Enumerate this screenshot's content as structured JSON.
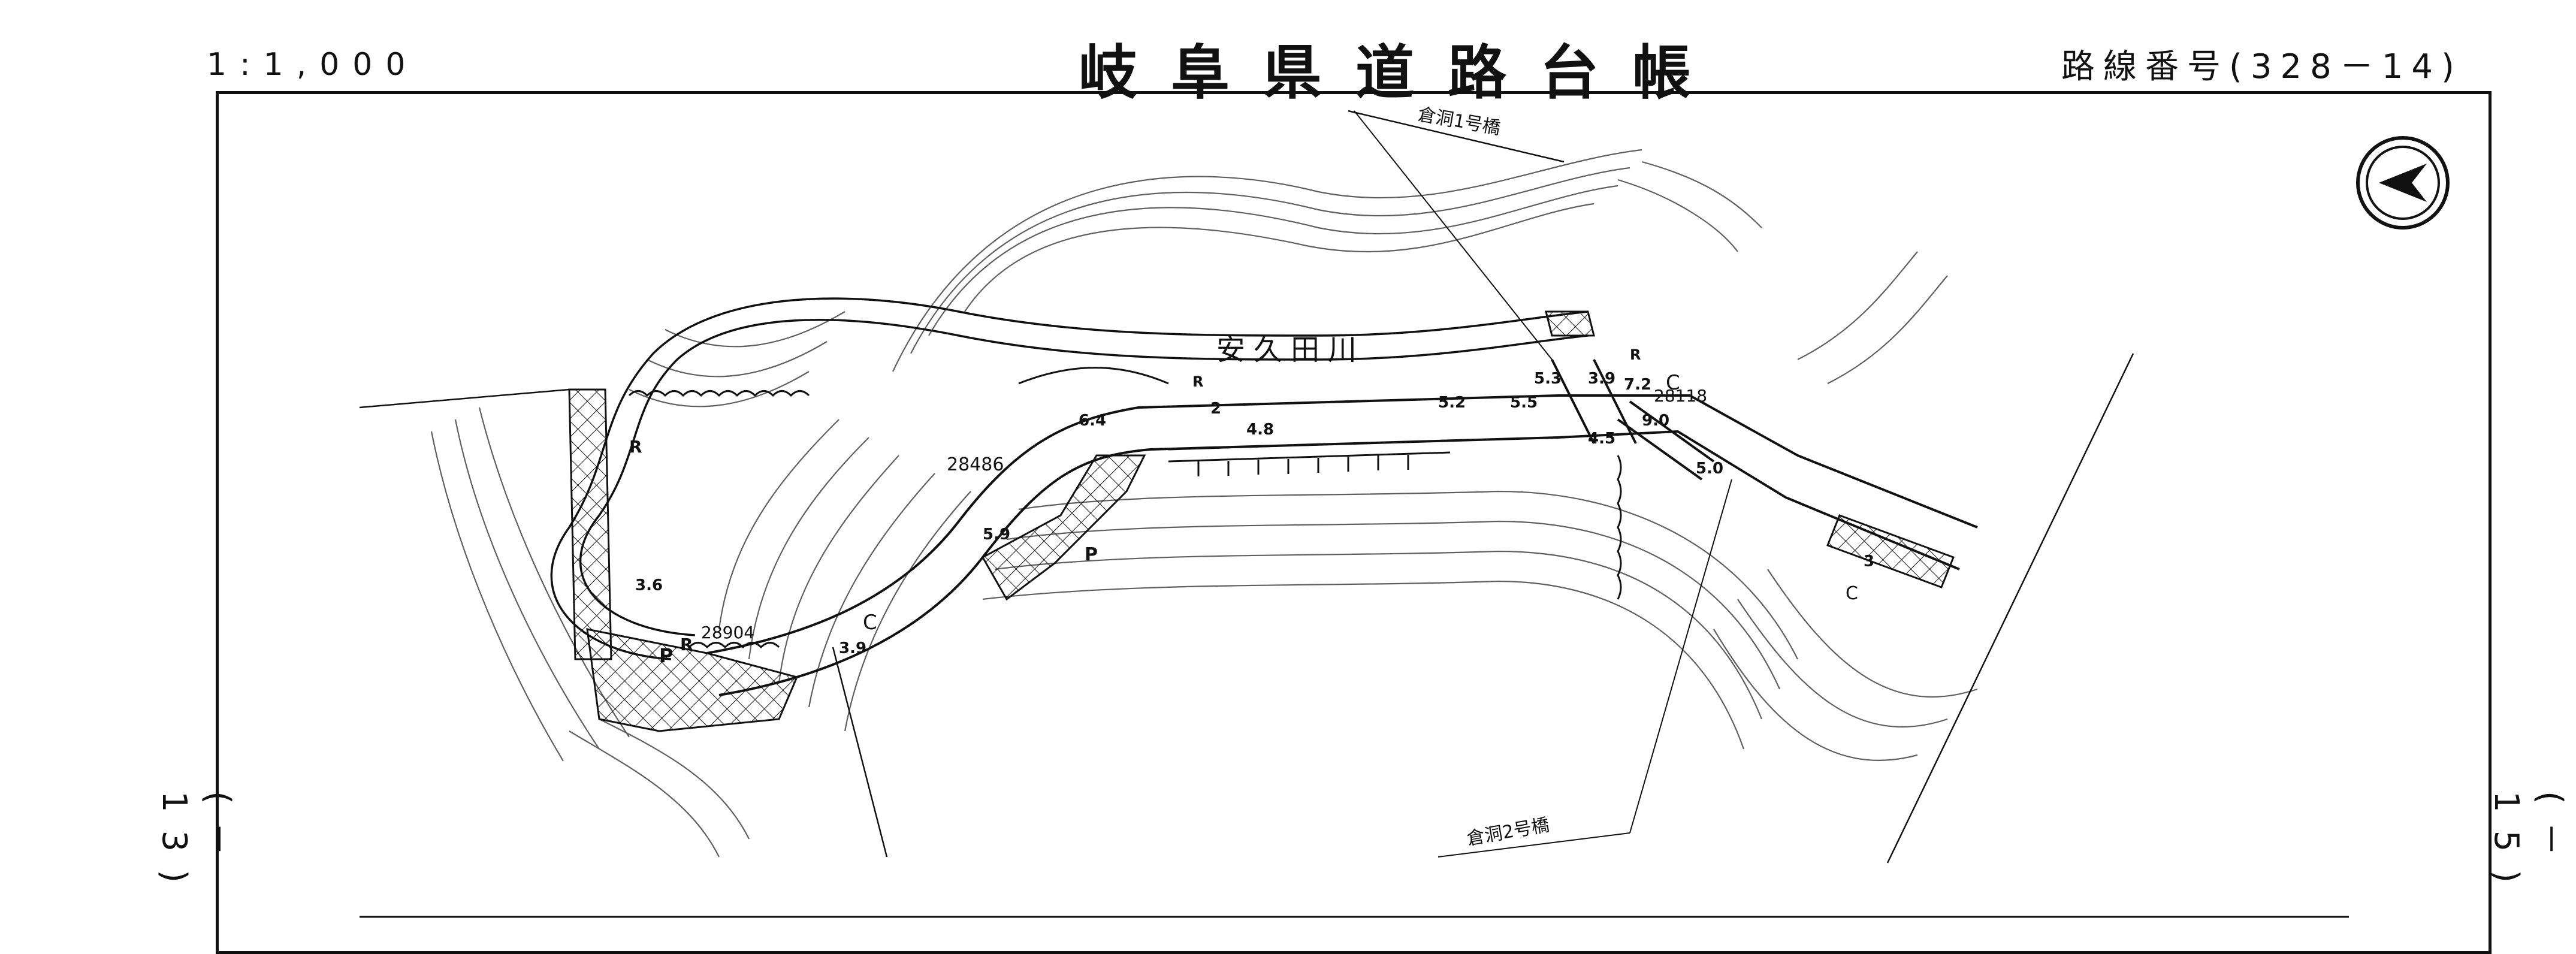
{
  "header": {
    "scale": "1:1,000",
    "title": "岐阜県道路台帳",
    "route_number": "路線番号(328－14)",
    "adjacent_prev": "(－13)",
    "adjacent_next": "(－15)"
  },
  "map": {
    "bridge_labels": [
      "倉洞1号橋",
      "倉洞2号橋"
    ],
    "river_label": "安久田川",
    "station_labels": [
      "28486",
      "28904",
      "28118"
    ],
    "width_labels": [
      "2",
      "4.8",
      "5.2",
      "5.5",
      "5.3",
      "3.9",
      "7.2",
      "9.0",
      "5.0",
      "3.6",
      "6.4",
      "5.9",
      "3.9",
      "4.5",
      "3"
    ],
    "symbol_labels": [
      "R",
      "P",
      "C",
      "R",
      "R",
      "P",
      "C",
      "R",
      "C"
    ],
    "north_arrow": "north-arrow-icon"
  }
}
